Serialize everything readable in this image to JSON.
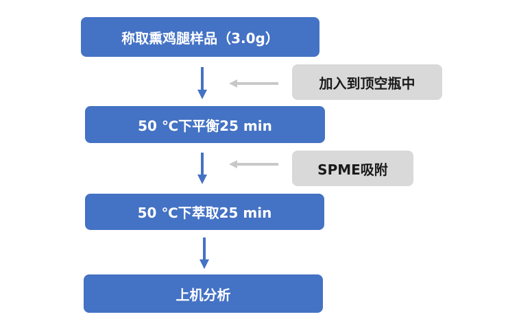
{
  "colors": {
    "step_fill": "#4472c4",
    "step_text": "#ffffff",
    "note_fill": "#d9d9d9",
    "note_text": "#1a1a1a",
    "down_arrow": "#4472c4",
    "side_arrow": "#c8c8c8"
  },
  "steps": [
    {
      "label": "称取熏鸡腿样品（3.0g）"
    },
    {
      "label": "50 ℃下平衡25 min"
    },
    {
      "label": "50 ℃下萃取25 min"
    },
    {
      "label": "上机分析"
    }
  ],
  "notes": [
    {
      "label": "加入到顶空瓶中"
    },
    {
      "label": "SPME吸附"
    }
  ]
}
